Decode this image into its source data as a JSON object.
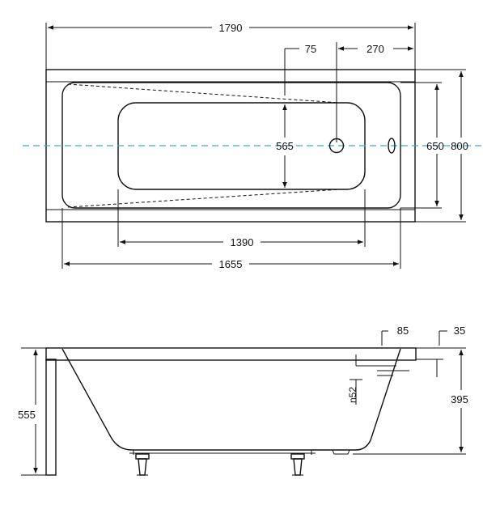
{
  "top_view": {
    "overall_length": "1790",
    "offset_75": "75",
    "offset_270": "270",
    "inner_width": "565",
    "width_650": "650",
    "width_800": "800",
    "bottom_length": "1390",
    "inner_length": "1655"
  },
  "side_view": {
    "height_555": "555",
    "dim_85": "85",
    "dim_35": "35",
    "overflow_label": "n52",
    "depth_395": "395"
  },
  "colors": {
    "line": "#111111",
    "axis": "#3fa7d6",
    "background": "#ffffff"
  }
}
